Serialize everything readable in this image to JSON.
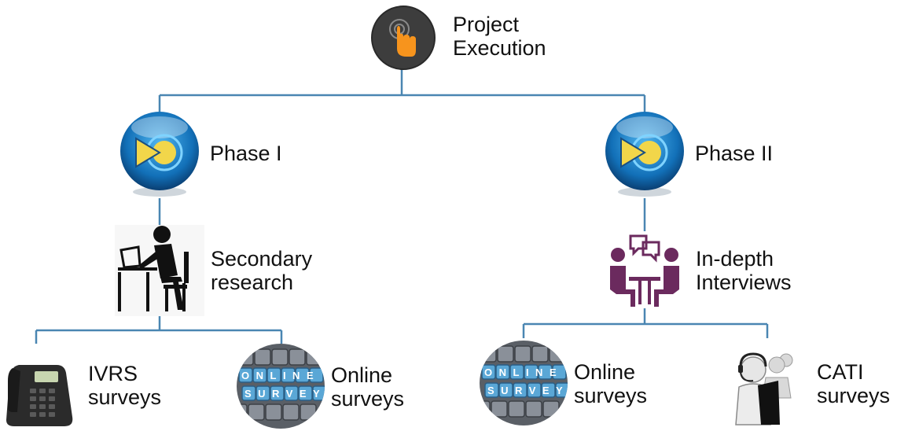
{
  "diagram": {
    "root": {
      "line1": "Project",
      "line2": "Execution",
      "icon": "pointing-hand-button-icon"
    },
    "phase1": {
      "label": "Phase I",
      "icon": "play-target-orb-icon"
    },
    "phase2": {
      "label": "Phase II",
      "icon": "play-target-orb-icon"
    },
    "secondary": {
      "line1": "Secondary",
      "line2": "research",
      "icon": "person-at-laptop-icon"
    },
    "indepth": {
      "line1": "In-depth",
      "line2": "Interviews",
      "icon": "interview-people-icon"
    },
    "ivrs": {
      "line1": "IVRS",
      "line2": "surveys",
      "icon": "desk-phone-icon"
    },
    "online1": {
      "line1": "Online",
      "line2": "surveys",
      "icon": "online-survey-keyboard-icon"
    },
    "online2": {
      "line1": "Online",
      "line2": "surveys",
      "icon": "online-survey-keyboard-icon"
    },
    "cati": {
      "line1": "CATI",
      "line2": "surveys",
      "icon": "call-center-agents-icon"
    },
    "keyboard_text": {
      "row1": "ONLINE",
      "row2": "SURVEY"
    }
  },
  "colors": {
    "connector": "#4a86b2",
    "label": "#111111"
  }
}
